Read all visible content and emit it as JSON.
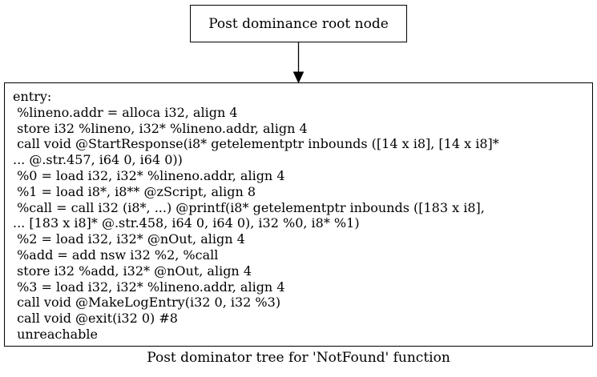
{
  "diagram": {
    "root_node": {
      "label": "Post dominance root node"
    },
    "entry_node": {
      "lines": [
        "entry:",
        " %lineno.addr = alloca i32, align 4",
        " store i32 %lineno, i32* %lineno.addr, align 4",
        " call void @StartResponse(i8* getelementptr inbounds ([14 x i8], [14 x i8]*",
        "... @.str.457, i64 0, i64 0))",
        " %0 = load i32, i32* %lineno.addr, align 4",
        " %1 = load i8*, i8** @zScript, align 8",
        " %call = call i32 (i8*, ...) @printf(i8* getelementptr inbounds ([183 x i8],",
        "... [183 x i8]* @.str.458, i64 0, i64 0), i32 %0, i8* %1)",
        " %2 = load i32, i32* @nOut, align 4",
        " %add = add nsw i32 %2, %call",
        " store i32 %add, i32* @nOut, align 4",
        " %3 = load i32, i32* %lineno.addr, align 4",
        " call void @MakeLogEntry(i32 0, i32 %3)",
        " call void @exit(i32 0) #8",
        " unreachable"
      ]
    },
    "edges": [
      {
        "from": "root_node",
        "to": "entry_node"
      }
    ],
    "caption": "Post dominator tree for 'NotFound' function"
  }
}
